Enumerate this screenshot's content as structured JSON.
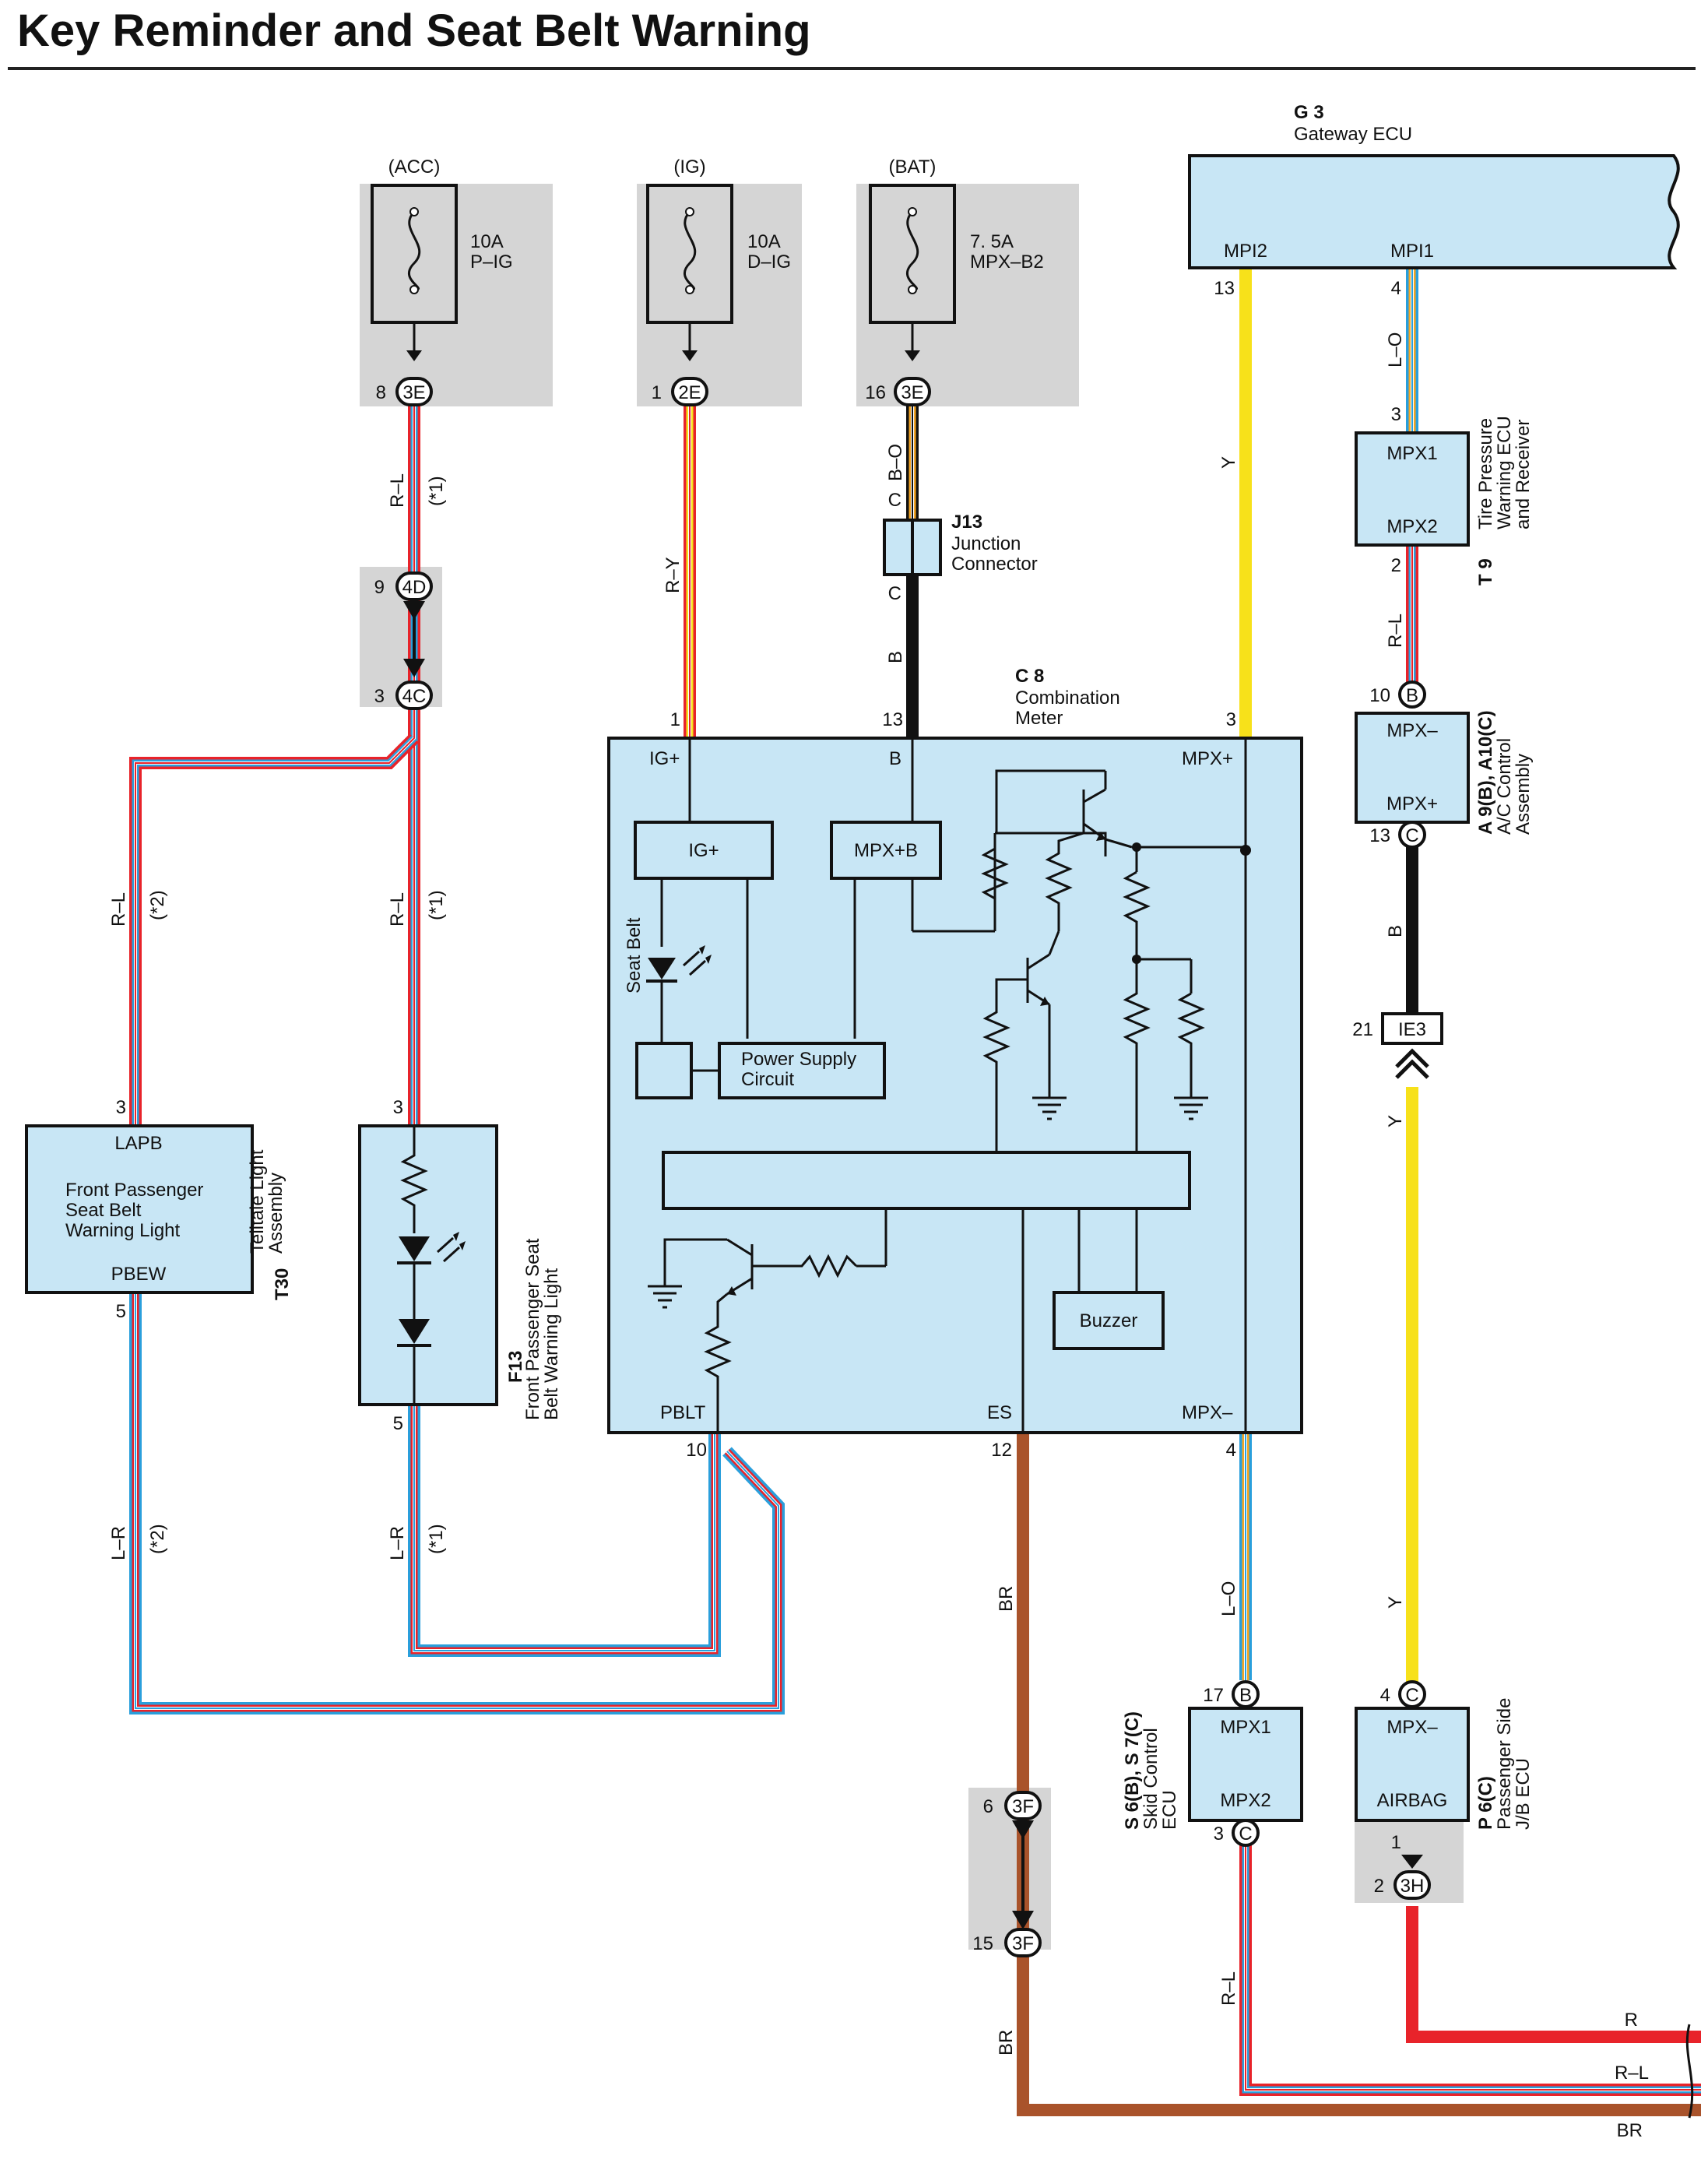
{
  "title": "Key Reminder and Seat Belt Warning",
  "colors": {
    "box_fill": "#c8e6f5",
    "gray_fill": "#d5d5d5",
    "red": "#e8232a",
    "blue": "#2a9fdc",
    "yellow": "#f7e11a",
    "orange": "#f5a623",
    "black": "#111111",
    "brown": "#a9532b"
  },
  "fuses": [
    {
      "source": "(ACC)",
      "rating": "10A",
      "name": "P–IG",
      "pin": "8",
      "conn": "3E"
    },
    {
      "source": "(IG)",
      "rating": "10A",
      "name": "D–IG",
      "pin": "1",
      "conn": "2E"
    },
    {
      "source": "(BAT)",
      "rating": "7. 5A",
      "name": "MPX–B2",
      "pin": "16",
      "conn": "3E"
    }
  ],
  "connectors": {
    "c4d": {
      "pin": "9",
      "conn": "4D"
    },
    "c4c": {
      "pin": "3",
      "conn": "4C"
    },
    "c3f_top": {
      "pin": "6",
      "conn": "3F"
    },
    "c3f_bot": {
      "pin": "15",
      "conn": "3F"
    },
    "c3h": {
      "pin": "2",
      "conn": "3H"
    },
    "ie3": {
      "pin": "21",
      "conn": "IE3"
    }
  },
  "components": {
    "gateway": {
      "id": "G 3",
      "name": "Gateway ECU",
      "pin1": "MPI2",
      "pin2": "MPI1",
      "pin1_no": "13",
      "pin2_no": "4"
    },
    "j13": {
      "id": "J13",
      "name1": "Junction",
      "name2": "Connector",
      "pin_top": "C",
      "pin_bot": "C"
    },
    "c8": {
      "id": "C 8",
      "name1": "Combination",
      "name2": "Meter",
      "pin_ig": "IG+",
      "pin_b": "B",
      "pin_mpxp": "MPX+",
      "pin_pblt": "PBLT",
      "pin_es": "ES",
      "pin_mpxm": "MPX–",
      "pin_ig_no": "1",
      "pin_b_no": "13",
      "pin_mpxp_no": "3",
      "pin_pblt_no": "10",
      "pin_es_no": "12",
      "pin_mpxm_no": "4",
      "ig_box": "IG+",
      "mpxb_box": "MPX+B",
      "seat_belt": "Seat Belt",
      "power1": "Power Supply",
      "power2": "Circuit",
      "buzzer": "Buzzer"
    },
    "t9": {
      "id": "T 9",
      "name1": "Tire Pressure",
      "name2": "Warning ECU",
      "name3": "and Receiver",
      "pin_top": "MPX1",
      "pin_bot": "MPX2",
      "pin_top_no": "3",
      "pin_bot_no": "2"
    },
    "a9": {
      "id": "A 9(B), A10(C)",
      "name1": "A/C Control",
      "name2": "Assembly",
      "pin_top": "MPX–",
      "pin_bot": "MPX+",
      "pin_top_no": "10",
      "pin_top_conn": "B",
      "pin_bot_no": "13",
      "pin_bot_conn": "C"
    },
    "t30": {
      "id": "T30",
      "name1": "Telltale Light",
      "name2": "Assembly",
      "top": "LAPB",
      "line1": "Front Passenger",
      "line2": "Seat Belt",
      "line3": "Warning Light",
      "bottom": "PBEW",
      "pin_top_no": "3",
      "pin_bot_no": "5"
    },
    "f13": {
      "id": "F13",
      "name1": "Front Passenger Seat",
      "name2": "Belt Warning Light",
      "pin_top_no": "3",
      "pin_bot_no": "5"
    },
    "s6": {
      "id": "S 6(B), S 7(C)",
      "name1": "Skid Control",
      "name2": "ECU",
      "pin_top": "MPX1",
      "pin_bot": "MPX2",
      "pin_top_no": "17",
      "pin_top_conn": "B",
      "pin_bot_no": "3",
      "pin_bot_conn": "C"
    },
    "p6": {
      "id": "P 6(C)",
      "name1": "Passenger Side",
      "name2": "J/B ECU",
      "pin_top": "MPX–",
      "pin_bot": "AIRBAG",
      "pin_top_no": "4",
      "pin_top_conn": "C",
      "pin_bot_no": "1"
    }
  },
  "wires": {
    "rl": "R–L",
    "ry": "R–Y",
    "bo": "B–O",
    "b": "B",
    "y": "Y",
    "lo": "L–O",
    "lr": "L–R",
    "br": "BR",
    "r": "R",
    "note1": "(*1)",
    "note2": "(*2)"
  },
  "exits": {
    "r": "R",
    "rl": "R–L",
    "br": "BR"
  }
}
